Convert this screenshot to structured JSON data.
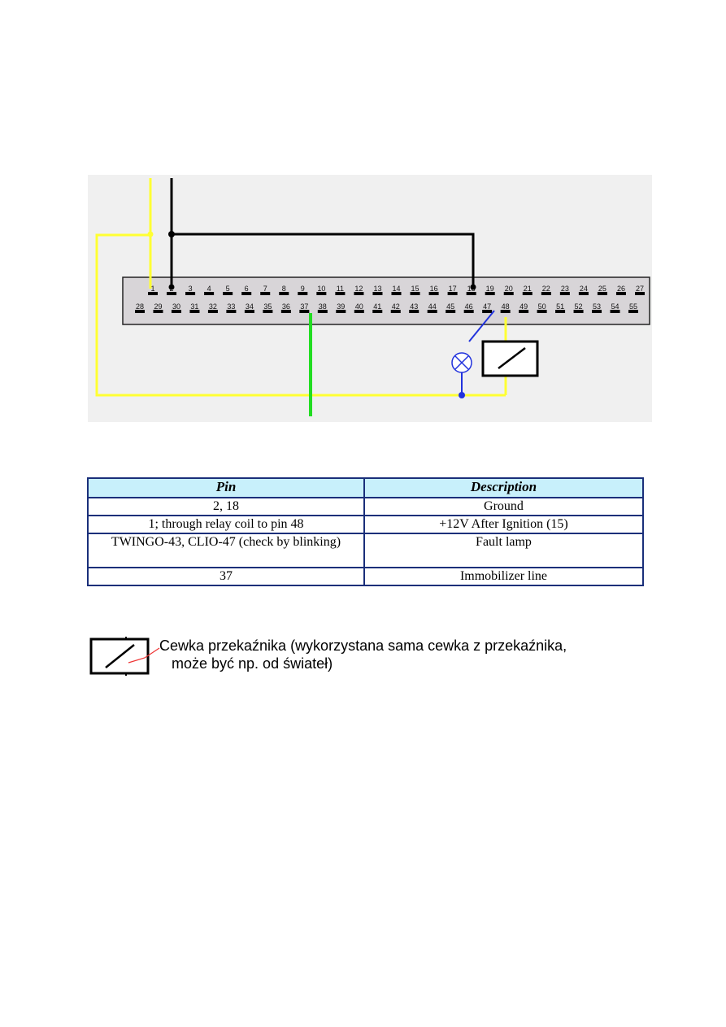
{
  "colors": {
    "panel": "#f0f0f0",
    "connector": "#d8d5d8",
    "wire_power": "#ffff33",
    "wire_ground": "#000000",
    "wire_immobilizer": "#22dd22",
    "wire_lamp": "#2233dd",
    "table_header": "#c8f0fb",
    "table_border": "#1a2f7a",
    "legend_pointer": "#ee3333"
  },
  "connector": {
    "top_pins": [
      "1",
      "2",
      "3",
      "4",
      "5",
      "6",
      "7",
      "8",
      "9",
      "10",
      "11",
      "12",
      "13",
      "14",
      "15",
      "16",
      "17",
      "18",
      "19",
      "20",
      "21",
      "22",
      "23",
      "24",
      "25",
      "26",
      "27"
    ],
    "bottom_pins": [
      "28",
      "29",
      "30",
      "31",
      "32",
      "33",
      "34",
      "35",
      "36",
      "37",
      "38",
      "39",
      "40",
      "41",
      "42",
      "43",
      "44",
      "45",
      "46",
      "47",
      "48",
      "49",
      "50",
      "51",
      "52",
      "53",
      "54",
      "55"
    ]
  },
  "table": {
    "headers": [
      "Pin",
      "Description"
    ],
    "rows": [
      {
        "pin": "2, 18",
        "description": "Ground"
      },
      {
        "pin": "1; through relay coil to pin 48",
        "description": "+12V After Ignition (15)"
      },
      {
        "pin": "TWINGO-43, CLIO-47 (check by blinking)",
        "description": "Fault lamp"
      },
      {
        "pin": "37",
        "description": "Immobilizer line"
      }
    ]
  },
  "legend": {
    "line1": "Cewka przekaźnika (wykorzystana sama cewka z przekaźnika,",
    "line2": "może być np. od świateł)"
  }
}
